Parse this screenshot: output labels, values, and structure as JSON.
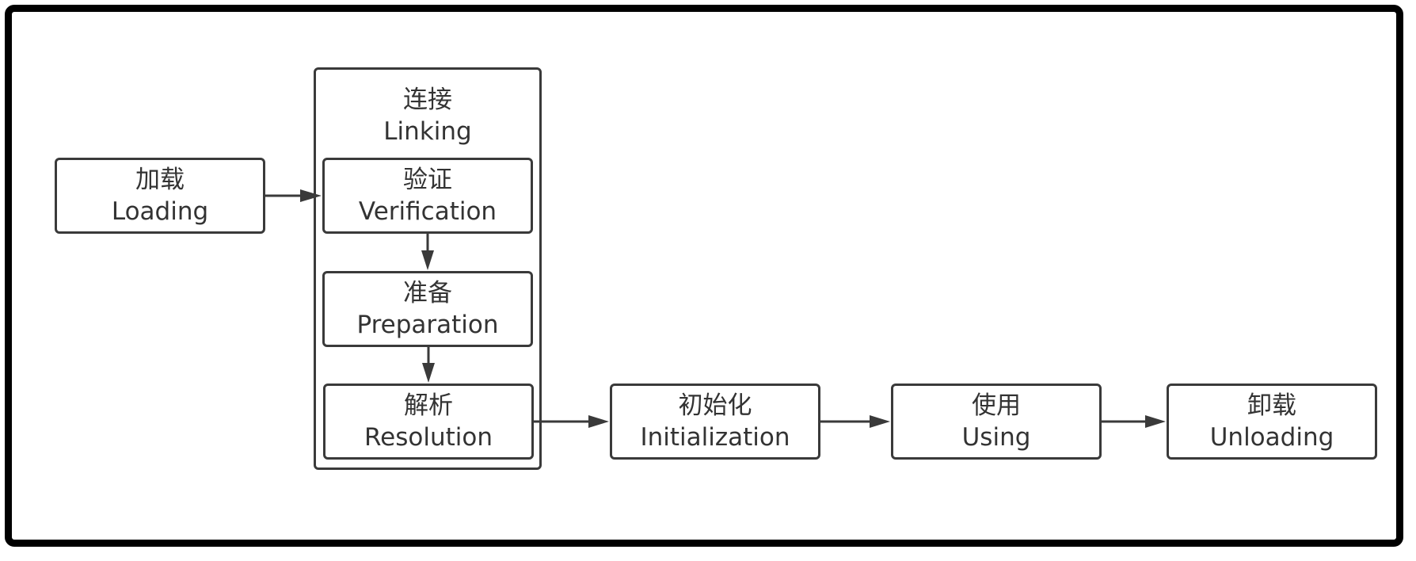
{
  "diagram": {
    "group": {
      "zh": "连接",
      "en": "Linking"
    },
    "nodes": {
      "loading": {
        "zh": "加载",
        "en": "Loading"
      },
      "verification": {
        "zh": "验证",
        "en": "Verification"
      },
      "preparation": {
        "zh": "准备",
        "en": "Preparation"
      },
      "resolution": {
        "zh": "解析",
        "en": "Resolution"
      },
      "initialization": {
        "zh": "初始化",
        "en": "Initialization"
      },
      "using": {
        "zh": "使用",
        "en": "Using"
      },
      "unloading": {
        "zh": "卸载",
        "en": "Unloading"
      }
    },
    "edges": [
      {
        "from": "loading",
        "to": "verification"
      },
      {
        "from": "verification",
        "to": "preparation"
      },
      {
        "from": "preparation",
        "to": "resolution"
      },
      {
        "from": "resolution",
        "to": "initialization"
      },
      {
        "from": "initialization",
        "to": "using"
      },
      {
        "from": "using",
        "to": "unloading"
      }
    ],
    "colors": {
      "stroke": "#3a3a3a",
      "text": "#333333",
      "frame": "#000000"
    }
  }
}
